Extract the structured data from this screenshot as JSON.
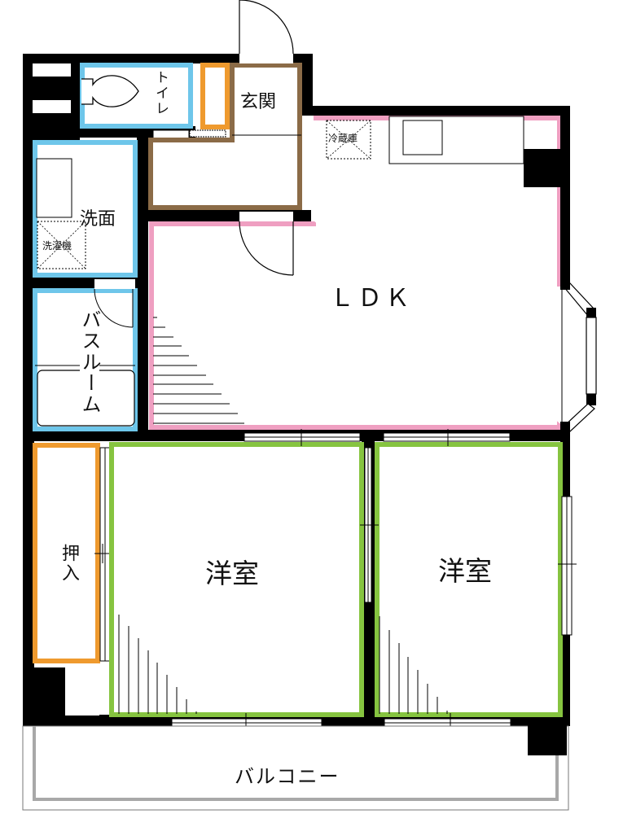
{
  "floorplan": {
    "colors": {
      "wall": "#000000",
      "wet_area": "#6ec6ea",
      "storage": "#ef9a2e",
      "entrance": "#8b6b47",
      "ldk": "#ef9fc1",
      "bedroom": "#86c440",
      "balcony": "#a8a8a8"
    },
    "rooms": {
      "toilet": "トイレ",
      "entrance": "玄関",
      "refrigerator": "冷蔵庫",
      "washroom": "洗面",
      "washing_machine": "洗濯機",
      "bathroom": "バスルーム",
      "ldk": "ＬＤＫ",
      "closet": "押入",
      "western_room_1": "洋室",
      "western_room_2": "洋室",
      "balcony": "バルコニー"
    }
  }
}
